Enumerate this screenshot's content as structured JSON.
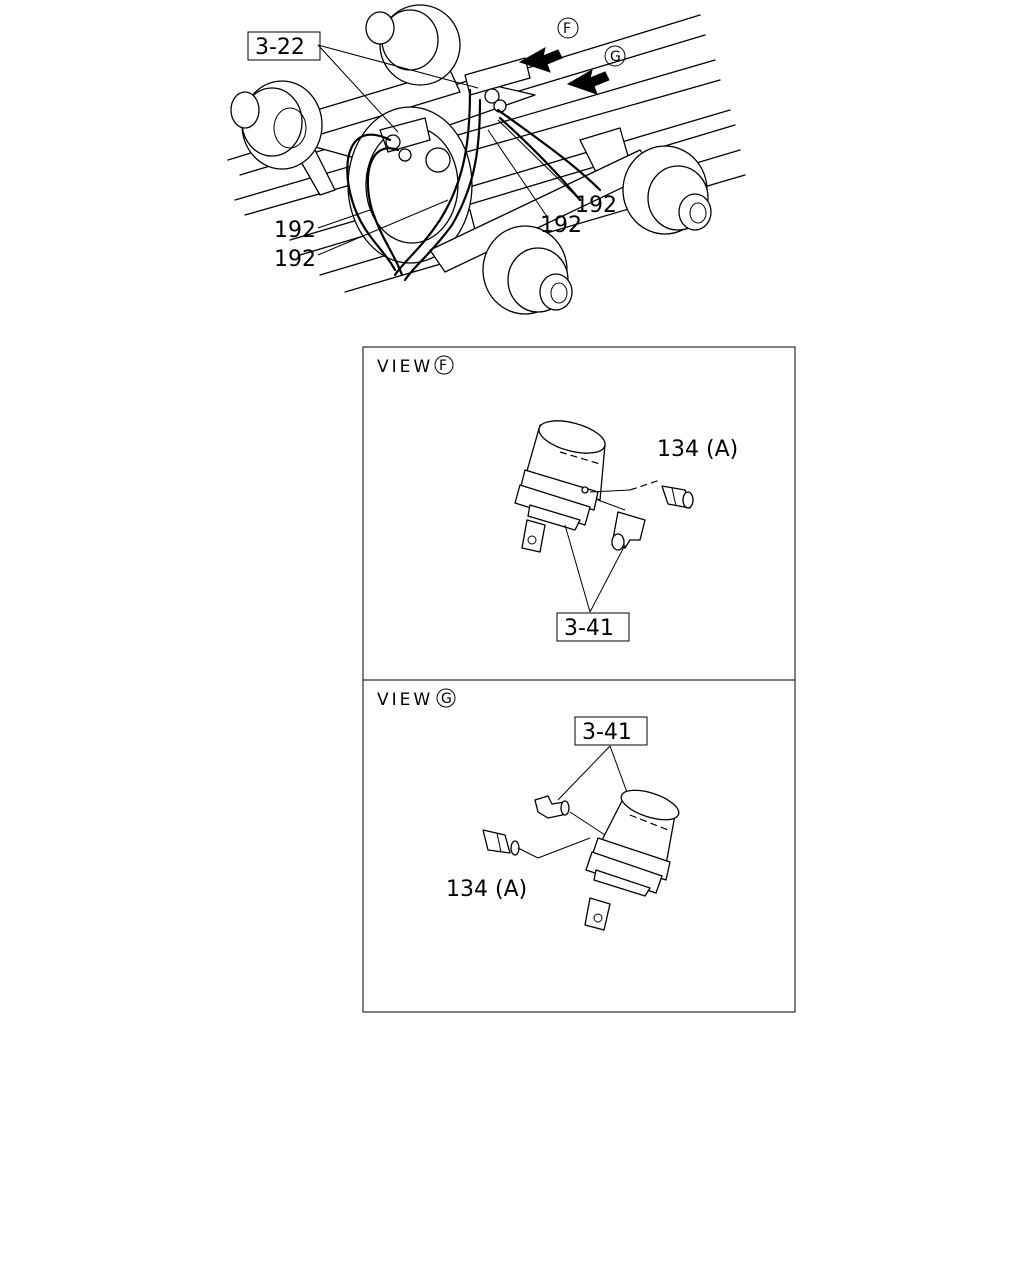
{
  "labels": {
    "ref_top": "3-22",
    "view_f_marker": "F",
    "view_g_marker": "G",
    "hose_1": "192",
    "hose_2": "192",
    "hose_3": "192",
    "hose_4": "192"
  },
  "view_f": {
    "title": "VIEW",
    "marker": "F",
    "part_ref": "3-41",
    "part_number": "134 (A)"
  },
  "view_g": {
    "title": "VIEW",
    "marker": "G",
    "part_ref": "3-41",
    "part_number": "134 (A)"
  }
}
